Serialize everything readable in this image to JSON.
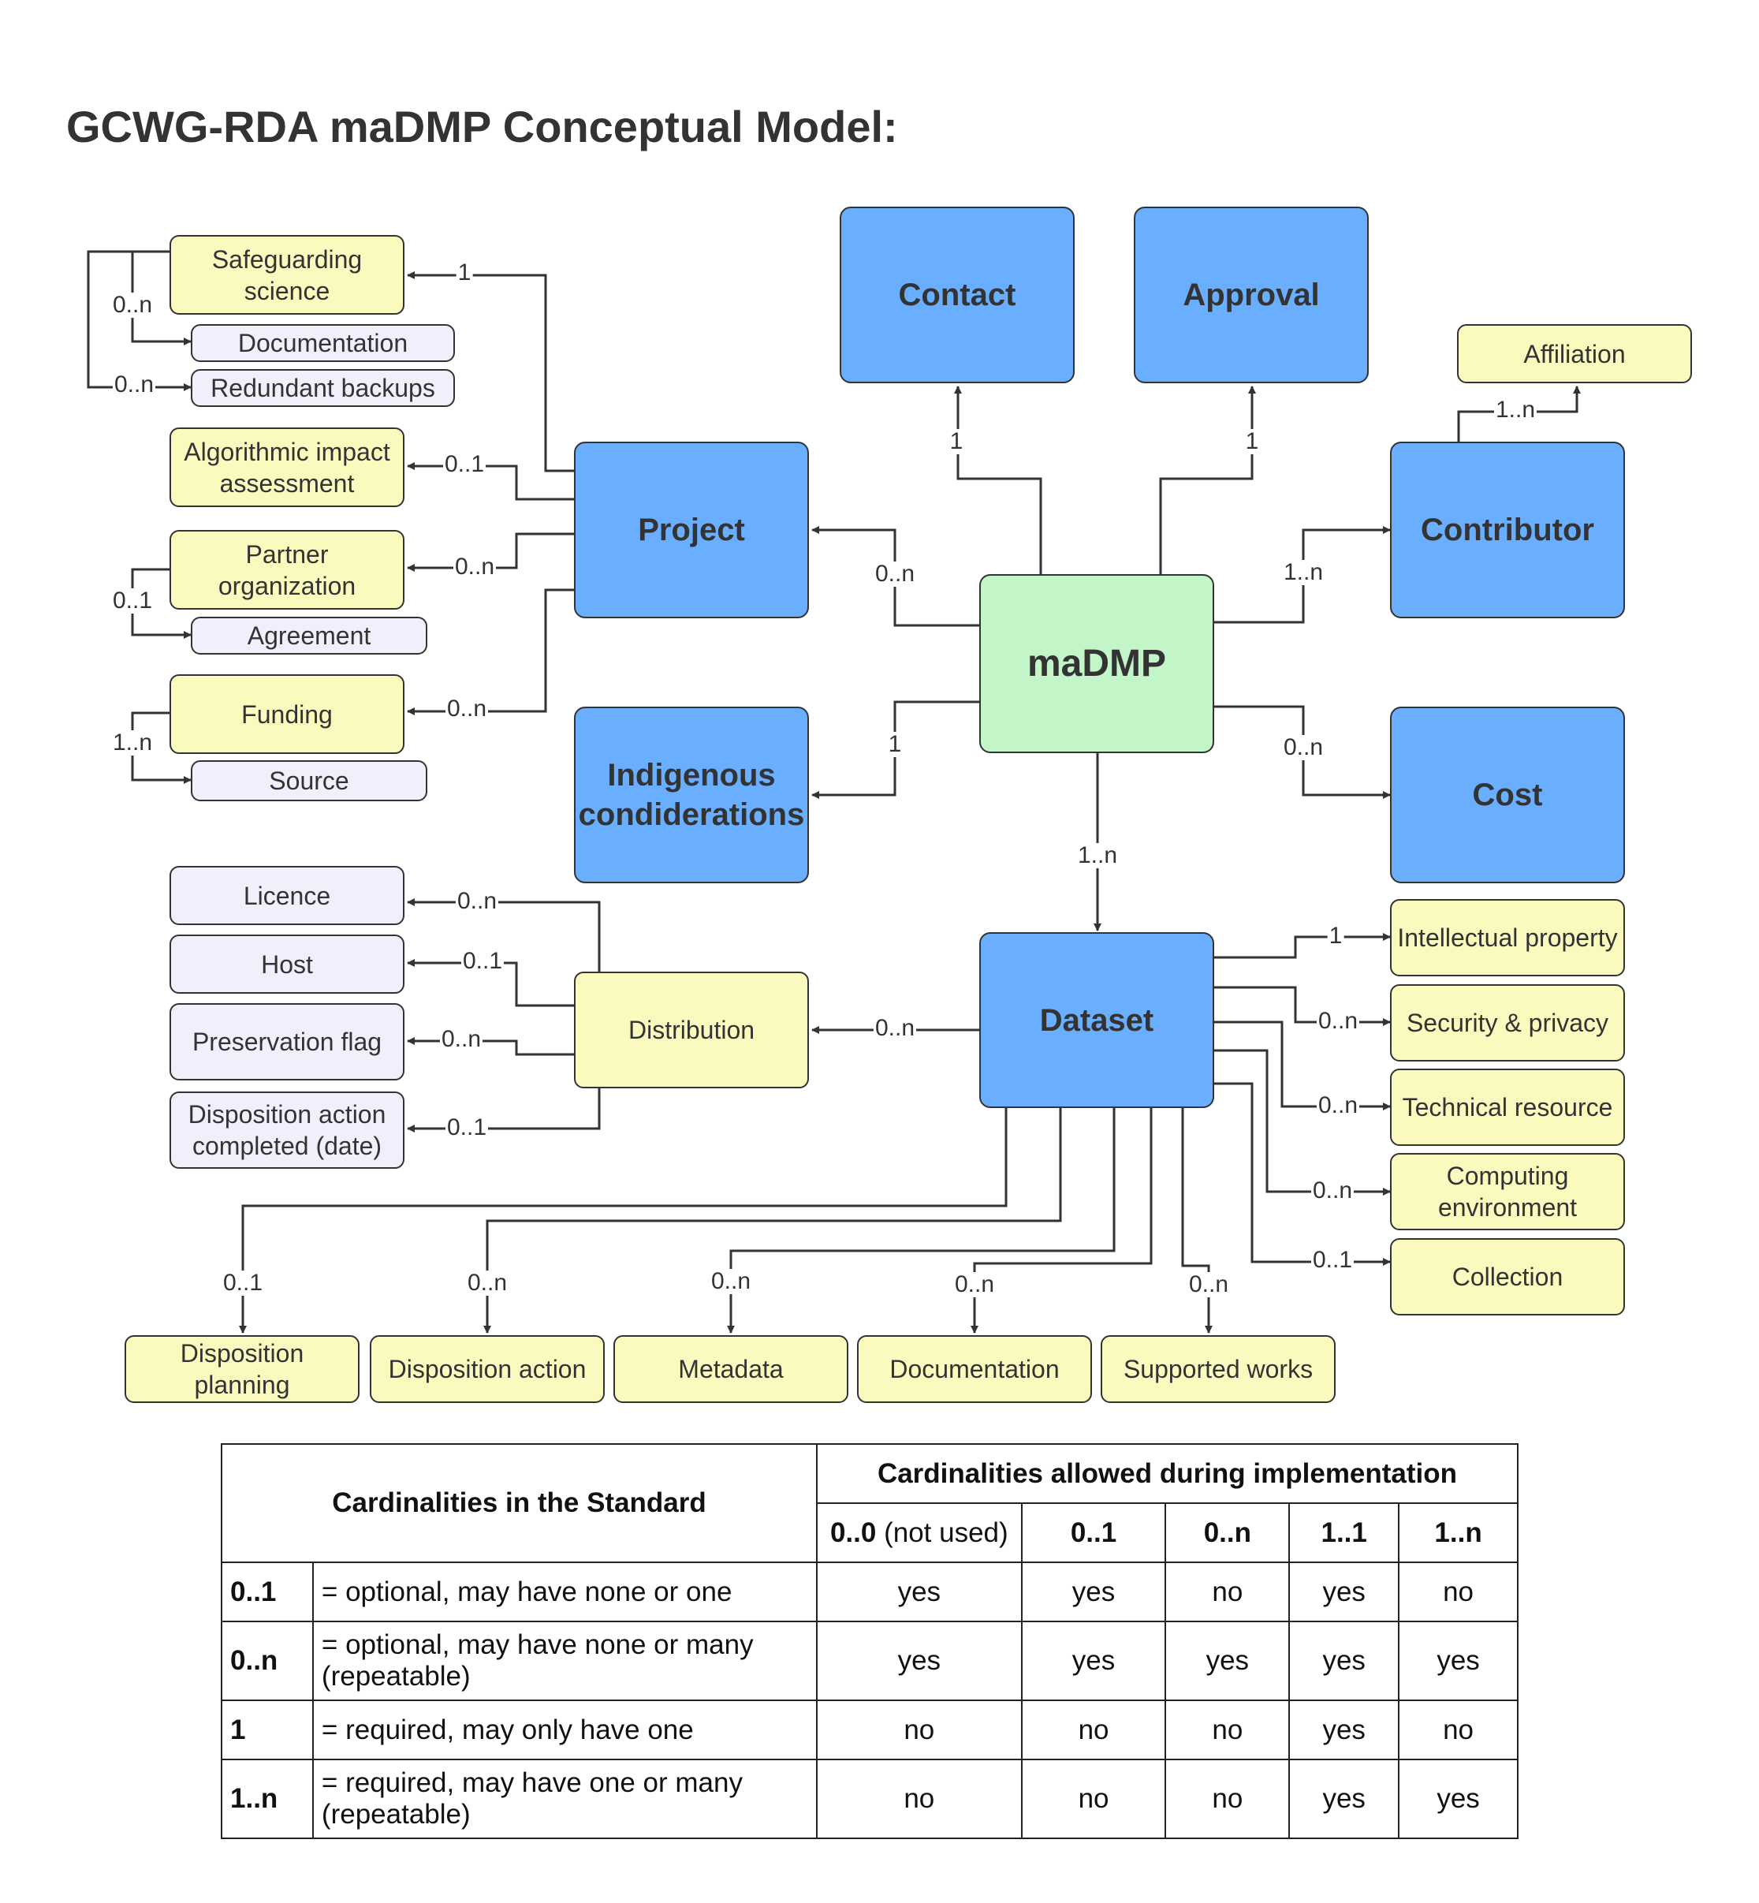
{
  "title": "GCWG-RDA maDMP Conceptual Model:",
  "nodes": {
    "madmp": "maDMP",
    "contact": "Contact",
    "approval": "Approval",
    "project": "Project",
    "contributor": "Contributor",
    "indigenous": "Indigenous condiderations",
    "cost": "Cost",
    "dataset": "Dataset",
    "affiliation": "Affiliation",
    "safeguarding": "Safeguarding science",
    "documentation_sub": "Documentation",
    "redundant_backups": "Redundant backups",
    "algorithmic": "Algorithmic impact assessment",
    "partner": "Partner organization",
    "agreement": "Agreement",
    "funding": "Funding",
    "source": "Source",
    "licence": "Licence",
    "host": "Host",
    "preservation": "Preservation flag",
    "disposition_completed": "Disposition action completed (date)",
    "distribution": "Distribution",
    "intellectual": "Intellectual property",
    "security": "Security & privacy",
    "technical": "Technical resource",
    "computing": "Computing environment",
    "collection": "Collection",
    "disposition_planning": "Disposition planning",
    "disposition_action": "Disposition action",
    "metadata": "Metadata",
    "documentation": "Documentation",
    "supported_works": "Supported works"
  },
  "cardinalities": {
    "madmp_contact": "1",
    "madmp_approval": "1",
    "madmp_project": "0..n",
    "madmp_contributor": "1..n",
    "contributor_affiliation": "1..n",
    "madmp_indigenous": "1",
    "madmp_cost": "0..n",
    "madmp_dataset": "1..n",
    "project_safeguarding": "1",
    "safeguarding_documentation": "0..n",
    "safeguarding_backups": "0..n",
    "project_algorithmic": "0..1",
    "project_partner": "0..n",
    "partner_agreement": "0..1",
    "project_funding": "0..n",
    "funding_source": "1..n",
    "distribution_licence": "0..n",
    "distribution_host": "0..1",
    "distribution_preservation": "0..n",
    "distribution_disposition_completed": "0..1",
    "dataset_distribution": "0..n",
    "dataset_intellectual": "1",
    "dataset_security": "0..n",
    "dataset_technical": "0..n",
    "dataset_computing": "0..n",
    "dataset_collection": "0..1",
    "dataset_disposition_planning": "0..1",
    "dataset_disposition_action": "0..n",
    "dataset_metadata": "0..n",
    "dataset_documentation": "0..n",
    "dataset_supported_works": "0..n"
  },
  "legend": {
    "header_left": "Cardinalities in the Standard",
    "header_right": "Cardinalities allowed during implementation",
    "columns": [
      {
        "bold": "0..0",
        "rest": " (not used)"
      },
      {
        "bold": "0..1",
        "rest": ""
      },
      {
        "bold": "0..n",
        "rest": ""
      },
      {
        "bold": "1..1",
        "rest": ""
      },
      {
        "bold": "1..n",
        "rest": ""
      }
    ],
    "rows": [
      {
        "code": "0..1",
        "desc": "= optional, may have none or one",
        "values": [
          "yes",
          "yes",
          "no",
          "yes",
          "no"
        ]
      },
      {
        "code": "0..n",
        "desc": "= optional, may have none or many (repeatable)",
        "values": [
          "yes",
          "yes",
          "yes",
          "yes",
          "yes"
        ]
      },
      {
        "code": "1",
        "desc": "= required, may only have one",
        "values": [
          "no",
          "no",
          "no",
          "yes",
          "no"
        ]
      },
      {
        "code": "1..n",
        "desc": "= required, may have one or many (repeatable)",
        "values": [
          "no",
          "no",
          "no",
          "yes",
          "yes"
        ]
      }
    ]
  },
  "colors": {
    "core": "#6aaeff",
    "root": "#c2f5c8",
    "attribute": "#fafabf",
    "sub_attribute": "#f0f0fc",
    "line": "#333333"
  }
}
